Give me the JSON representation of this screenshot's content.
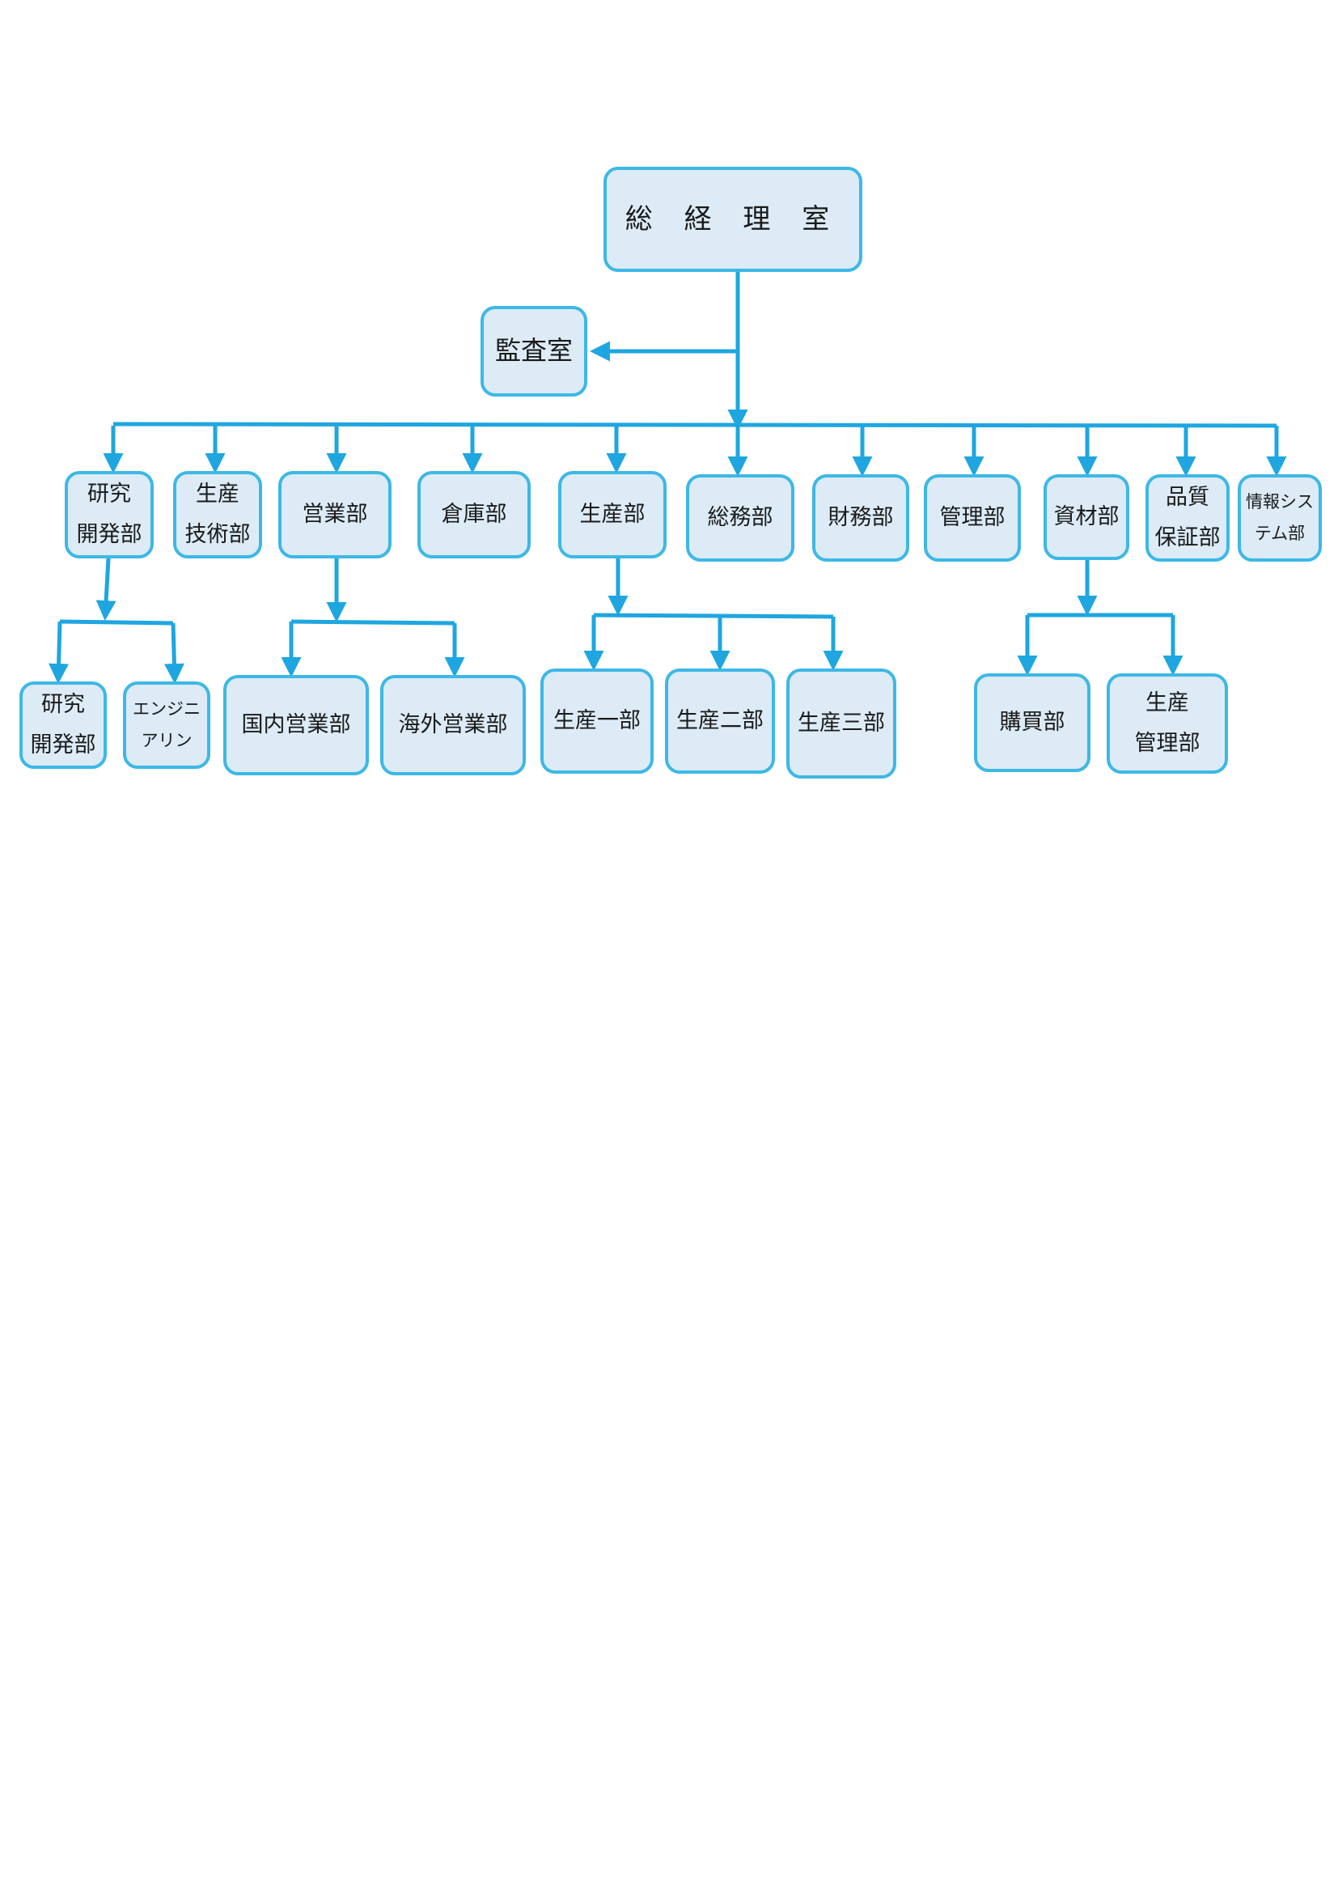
{
  "colors": {
    "line": "#1fa6e0",
    "node_border": "#3db8e6",
    "node_fill": "#dcebf6"
  },
  "chart": {
    "top": "総 経 理 室",
    "audit": "監査室",
    "departments": [
      {
        "lines": [
          "研究",
          "開発部"
        ]
      },
      {
        "lines": [
          "生産",
          "技術部"
        ]
      },
      {
        "lines": [
          "営業部"
        ]
      },
      {
        "lines": [
          "倉庫部"
        ]
      },
      {
        "lines": [
          "生産部"
        ]
      },
      {
        "lines": [
          "総務部"
        ]
      },
      {
        "lines": [
          "財務部"
        ]
      },
      {
        "lines": [
          "管理部"
        ]
      },
      {
        "lines": [
          "資材部"
        ]
      },
      {
        "lines": [
          "品質",
          "保証部"
        ]
      },
      {
        "lines": [
          "情報シス",
          "テム部"
        ]
      }
    ],
    "subunits": [
      {
        "lines": [
          "研究",
          "開発部"
        ]
      },
      {
        "lines": [
          "エンジニ",
          "アリン"
        ]
      },
      {
        "lines": [
          "国内営業部"
        ]
      },
      {
        "lines": [
          "海外営業部"
        ]
      },
      {
        "lines": [
          "生産一部"
        ]
      },
      {
        "lines": [
          "生産二部"
        ]
      },
      {
        "lines": [
          "生産三部"
        ]
      },
      {
        "lines": [
          "購買部"
        ]
      },
      {
        "lines": [
          "生産",
          "管理部"
        ]
      }
    ]
  }
}
